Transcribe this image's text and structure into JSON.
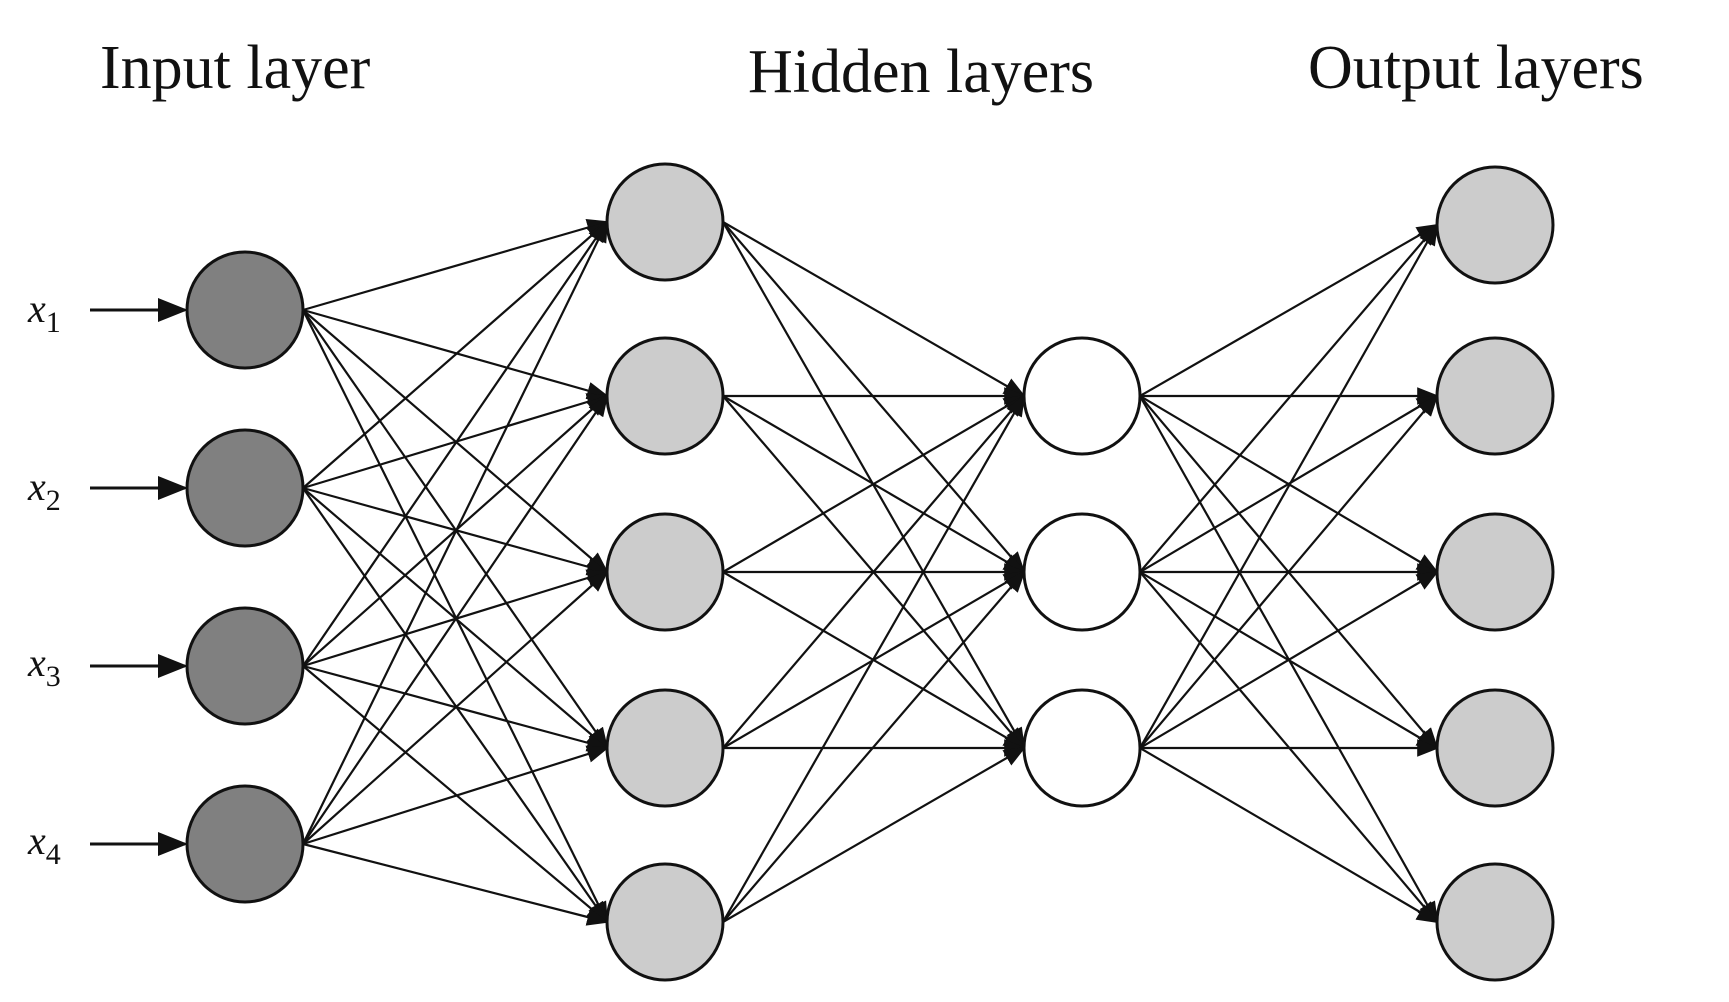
{
  "titles": {
    "input": "Input layer",
    "hidden": "Hidden layers",
    "output": "Output layers"
  },
  "inputs": [
    {
      "base": "x",
      "sub": "1"
    },
    {
      "base": "x",
      "sub": "2"
    },
    {
      "base": "x",
      "sub": "3"
    },
    {
      "base": "x",
      "sub": "4"
    }
  ],
  "layers": [
    {
      "name": "input",
      "node_count": 4,
      "fill": "#808080"
    },
    {
      "name": "hidden-1",
      "node_count": 5,
      "fill": "#cccccc"
    },
    {
      "name": "hidden-2",
      "node_count": 3,
      "fill": "#ffffff"
    },
    {
      "name": "output",
      "node_count": 5,
      "fill": "#cccccc"
    }
  ],
  "connections": "fully-connected",
  "colors": {
    "stroke": "#111111",
    "input_node": "#808080",
    "hidden_node": "#cccccc",
    "bottleneck_node": "#ffffff",
    "output_node": "#cccccc"
  }
}
